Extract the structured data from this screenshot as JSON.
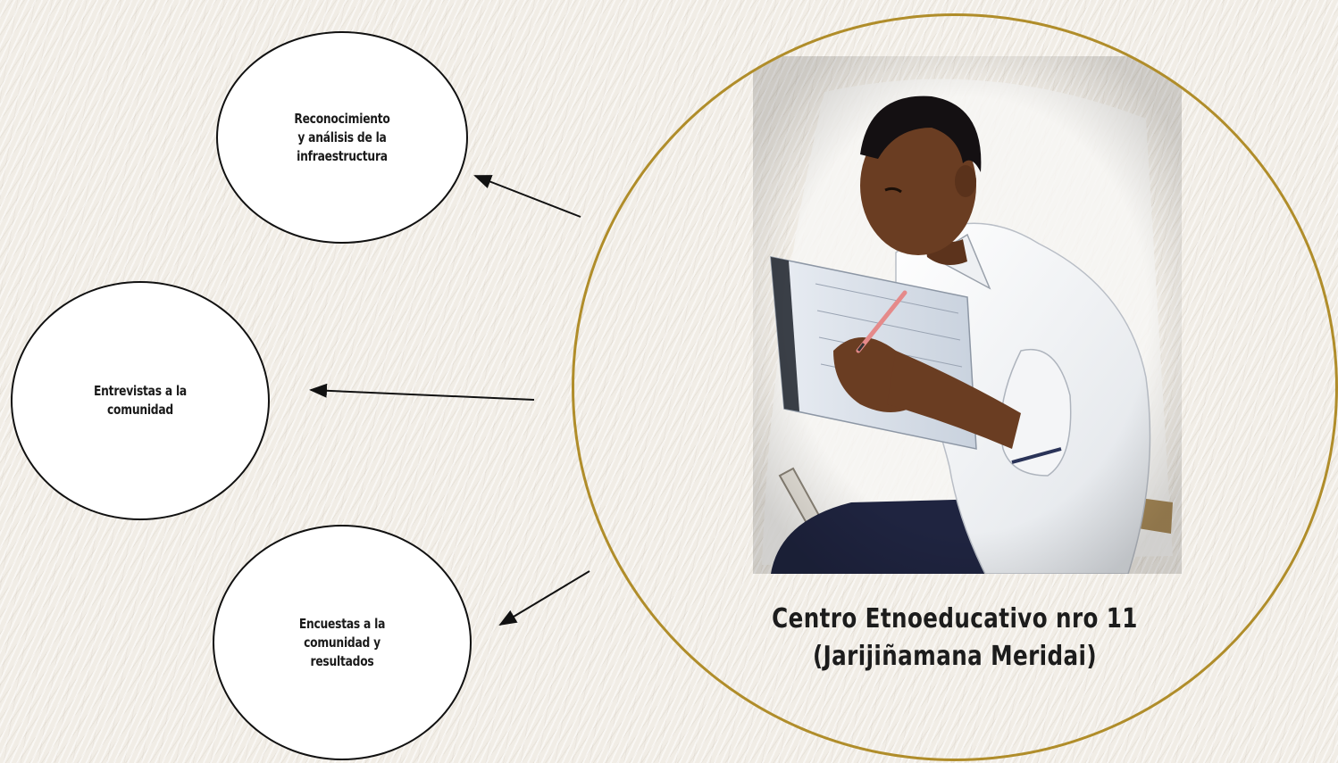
{
  "diagram": {
    "nodes": [
      {
        "id": "infraestructura",
        "lines": [
          "Reconocimiento",
          "y análisis de la",
          "infraestructura"
        ]
      },
      {
        "id": "entrevistas",
        "lines": [
          "Entrevistas a la",
          "comunidad"
        ]
      },
      {
        "id": "encuestas",
        "lines": [
          "Encuestas a la",
          "comunidad y",
          "resultados"
        ]
      }
    ],
    "center": {
      "caption_line1": "Centro Etnoeducativo nro 11",
      "caption_line2": "(Jarijiñamana Meridai)",
      "photo": "student-writing-on-worksheet-illustration"
    },
    "edges": [
      {
        "from": "center",
        "to": "infraestructura"
      },
      {
        "from": "center",
        "to": "entrevistas"
      },
      {
        "from": "center",
        "to": "encuestas"
      }
    ]
  },
  "colors": {
    "ring": "#b08d2a",
    "node_border": "#111111",
    "shirt": "#ffffff",
    "pants": "#1f2440",
    "skin": "#6a3d22",
    "hair": "#141012"
  }
}
